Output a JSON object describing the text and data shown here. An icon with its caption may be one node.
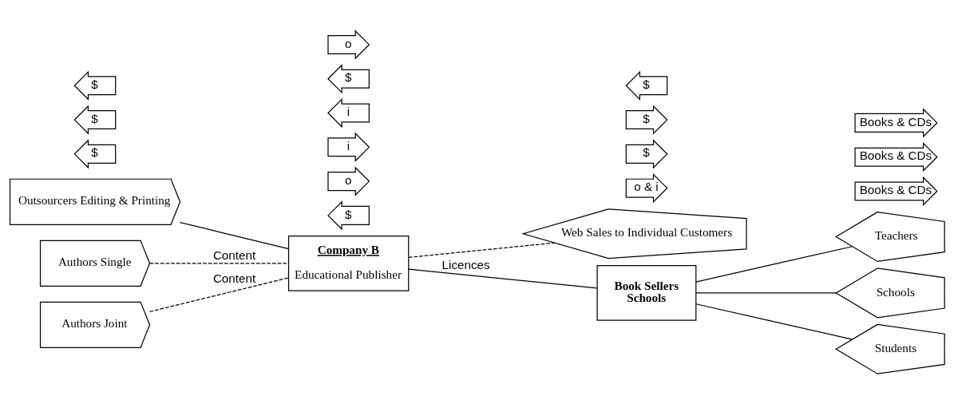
{
  "diagram": {
    "nodes": [
      {
        "text": [
          "Outsourcers Editing & Printing"
        ]
      },
      {
        "text": [
          "Authors Single"
        ]
      },
      {
        "text": [
          "Authors Joint"
        ]
      },
      {
        "text": [
          "Company B",
          "Educational Publisher"
        ]
      },
      {
        "text": [
          "Web Sales to Individual Customers"
        ]
      },
      {
        "text": [
          "Teachers"
        ]
      },
      {
        "text": [
          "Schools"
        ]
      },
      {
        "text": [
          "Students"
        ]
      },
      {
        "text": [
          "Book Sellers",
          "Schools"
        ]
      },
      {
        "text": [
          "$"
        ]
      },
      {
        "text": [
          "$"
        ]
      },
      {
        "text": [
          "o"
        ]
      },
      {
        "text": [
          "i"
        ]
      },
      {
        "text": [
          "o & i"
        ]
      },
      {
        "text": [
          "Books & CDs"
        ]
      },
      {
        "text": [
          "$"
        ]
      },
      {
        "text": [
          "i"
        ]
      },
      {
        "text": [
          "$"
        ]
      },
      {
        "text": [
          "o"
        ]
      },
      {
        "text": [
          "$"
        ]
      },
      {
        "text": [
          "$"
        ]
      },
      {
        "text": [
          "Books & CDs"
        ]
      },
      {
        "text": [
          "$"
        ]
      },
      {
        "text": [
          "$"
        ]
      },
      {
        "text": [
          "Books & CDs"
        ]
      }
    ],
    "edges": [
      {
        "from": 0,
        "to": 3,
        "arrow": "none"
      },
      {
        "from": 1,
        "to": 3,
        "arrow": "none",
        "style": "dashed",
        "label": "Content"
      },
      {
        "from": 2,
        "to": 3,
        "arrow": "none",
        "style": "dashed",
        "label": "Content"
      },
      {
        "from": 3,
        "to": 4,
        "arrow": "none",
        "style": "dashed"
      },
      {
        "from": 3,
        "to": 8,
        "arrow": "none",
        "label": "Licences"
      },
      {
        "from": 8,
        "to": 5,
        "arrow": "none"
      },
      {
        "from": 8,
        "to": 6,
        "arrow": "none"
      },
      {
        "from": 8,
        "to": 7,
        "arrow": "none"
      }
    ]
  }
}
